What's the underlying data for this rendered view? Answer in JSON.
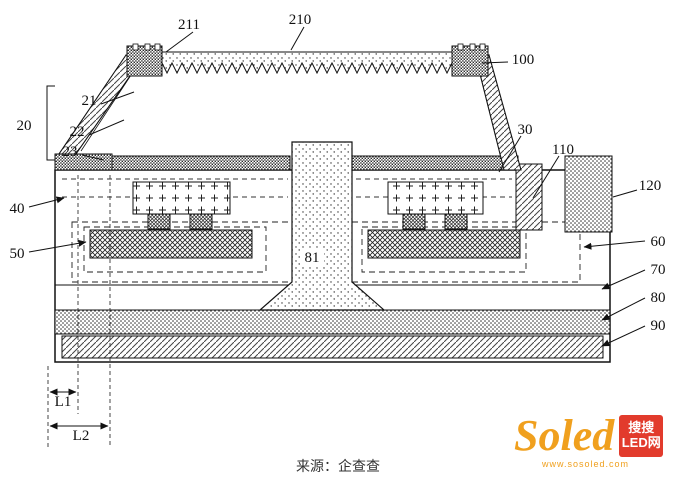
{
  "figure": {
    "labels": {
      "l20": "20",
      "l21": "21",
      "l22": "22",
      "l23": "23",
      "l30": "30",
      "l40": "40",
      "l50": "50",
      "l60": "60",
      "l70": "70",
      "l80": "80",
      "l81": "81",
      "l90": "90",
      "l100": "100",
      "l110": "110",
      "l120": "120",
      "l210": "210",
      "l211": "211",
      "L1": "L1",
      "L2": "L2"
    },
    "source": "来源：企查查",
    "watermark": {
      "brand": "Soled",
      "badge_top": "搜搜",
      "badge_bottom": "LED网",
      "url": "www.sosoled.com",
      "brand_color": "#f0a01e",
      "badge_color": "#e23b2c"
    }
  }
}
